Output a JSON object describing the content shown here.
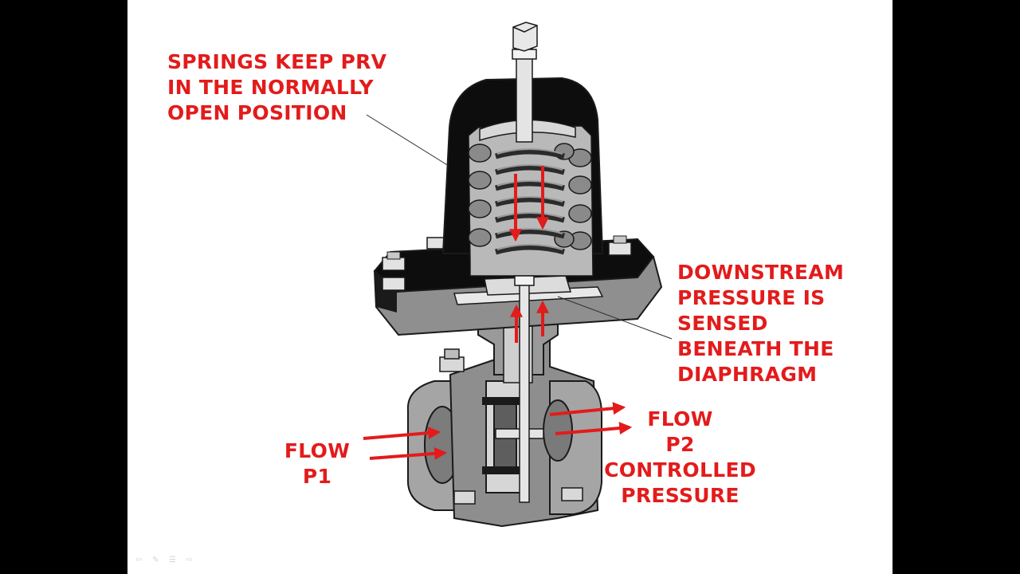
{
  "colors": {
    "annotation": "#e31b1b",
    "housing_black": "#0d0d0d",
    "metal_light": "#d2d2d2",
    "metal_mid": "#9a9a9a",
    "metal_dark": "#5e5e5e",
    "background": "#ffffff",
    "letterbox": "#000000"
  },
  "labels": {
    "springs": [
      "SPRINGS KEEP PRV",
      "IN THE NORMALLY",
      "OPEN POSITION"
    ],
    "downstream": [
      "DOWNSTREAM",
      "PRESSURE IS",
      "SENSED",
      "BENEATH THE",
      "DIAPHRAGM"
    ],
    "flow_in": [
      "FLOW",
      "P1"
    ],
    "flow_out": [
      "FLOW",
      "P2",
      "CONTROLLED",
      "PRESSURE"
    ]
  },
  "icons": {
    "nav_prev": "arrow-left-icon",
    "nav_pen": "pen-icon",
    "nav_menu": "menu-icon",
    "nav_next": "arrow-right-icon"
  }
}
